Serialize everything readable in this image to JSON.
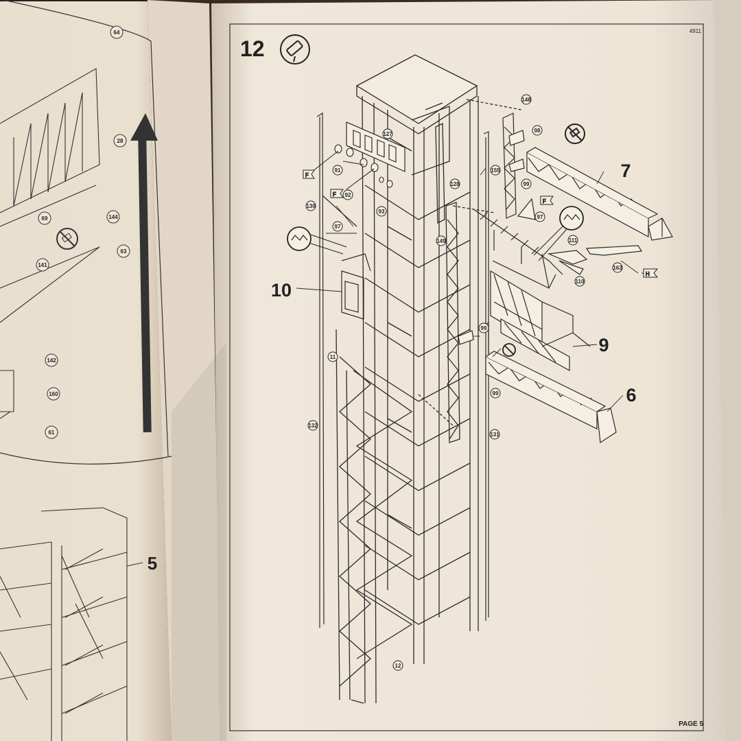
{
  "page": {
    "step_number": "12",
    "code": "4911",
    "footer": "PAGE 5"
  },
  "left_page": {
    "step_number": "5",
    "parts": [
      "64",
      "28",
      "69",
      "144",
      "63",
      "141",
      "142",
      "160",
      "61"
    ]
  },
  "callouts": {
    "c7": "7",
    "c10": "10",
    "c9": "9",
    "c6": "6"
  },
  "parts": {
    "p148a": "148",
    "p98": "98",
    "p127": "127",
    "p91": "91",
    "p92": "92",
    "p93": "93",
    "p155": "155",
    "p128": "128",
    "p99a": "99",
    "p130": "130",
    "p97a": "97",
    "p97b": "97",
    "p149": "149",
    "p111": "111",
    "p110": "110",
    "p163": "163",
    "p99b": "99",
    "p11": "11",
    "p99c": "99",
    "p132": "132",
    "p131": "131",
    "p12": "12"
  },
  "decals": {
    "f1": "F",
    "f2": "F",
    "f3": "F",
    "h1": "H"
  },
  "icons": {
    "step_icon": "glue-tube-icon",
    "no_glue": "no-glue-icon",
    "detail_zoom": "magnifier-detail-icon"
  },
  "colors": {
    "paper": "#efe6d8",
    "paper_shadow": "#ddd2c2",
    "ink": "#222222",
    "table": "#3a2a20"
  }
}
